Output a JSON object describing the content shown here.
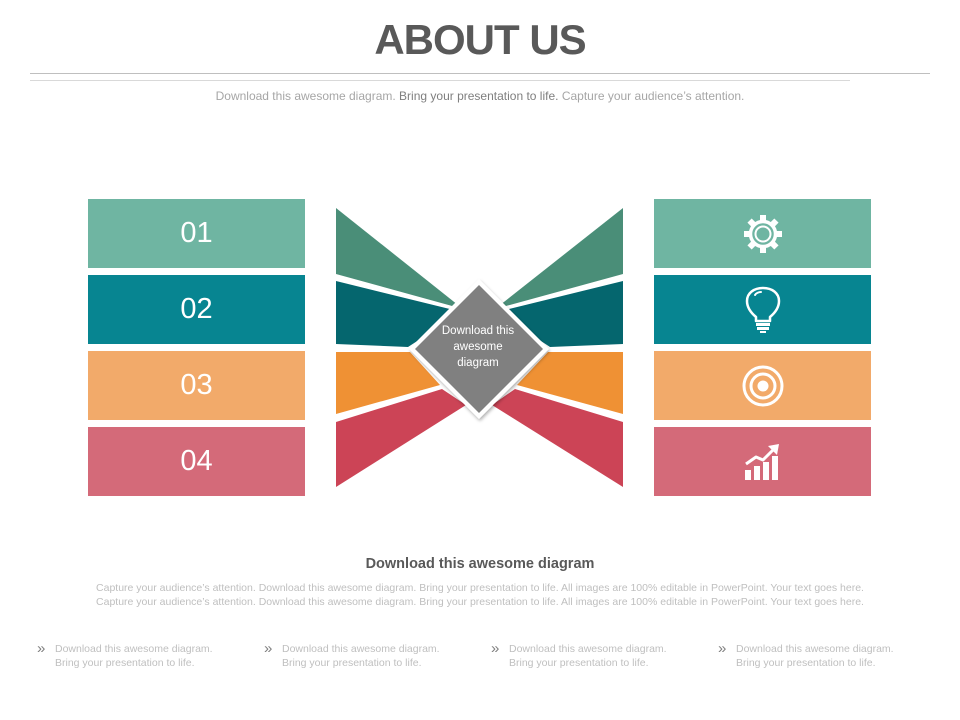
{
  "title": "ABOUT US",
  "subtitle": {
    "part1": "Download this awesome diagram.",
    "part2": "Bring your presentation to life.",
    "part3": "Capture your audience’s attention."
  },
  "colors": {
    "green": "#6fb5a2",
    "teal": "#078591",
    "orange": "#f2aa6a",
    "red": "#d46a79",
    "green_dark": "#4a8e78",
    "teal_dark": "#05666e",
    "orange_dark": "#ef9134",
    "red_dark": "#cc4456",
    "center": "#808080"
  },
  "left_boxes": [
    {
      "label": "01",
      "color": "#6fb5a2"
    },
    {
      "label": "02",
      "color": "#078591"
    },
    {
      "label": "03",
      "color": "#f2aa6a"
    },
    {
      "label": "04",
      "color": "#d46a79"
    }
  ],
  "right_boxes": [
    {
      "icon": "gear-icon",
      "color": "#6fb5a2"
    },
    {
      "icon": "lightbulb-icon",
      "color": "#078591"
    },
    {
      "icon": "target-icon",
      "color": "#f2aa6a"
    },
    {
      "icon": "growth-chart-icon",
      "color": "#d46a79"
    }
  ],
  "center_label": [
    "Download  this",
    "awesome",
    "diagram"
  ],
  "heading": "Download this awesome diagram",
  "body_text": "Capture your audience’s attention. Download this  awesome diagram. Bring your presentation to life. All images are 100% editable in PowerPoint. Your text goes here. Capture your audience’s attention. Download this  awesome diagram. Bring your presentation to life. All images are 100% editable in PowerPoint. Your text goes here.",
  "bullets": [
    {
      "mark": "»",
      "line1": "Download this awesome diagram.",
      "line2": "Bring your  presentation to life."
    },
    {
      "mark": "»",
      "line1": "Download this awesome diagram.",
      "line2": "Bring your  presentation to life."
    },
    {
      "mark": "»",
      "line1": "Download this awesome diagram.",
      "line2": "Bring your  presentation to life."
    },
    {
      "mark": "»",
      "line1": "Download this awesome diagram.",
      "line2": "Bring your  presentation to life."
    }
  ]
}
